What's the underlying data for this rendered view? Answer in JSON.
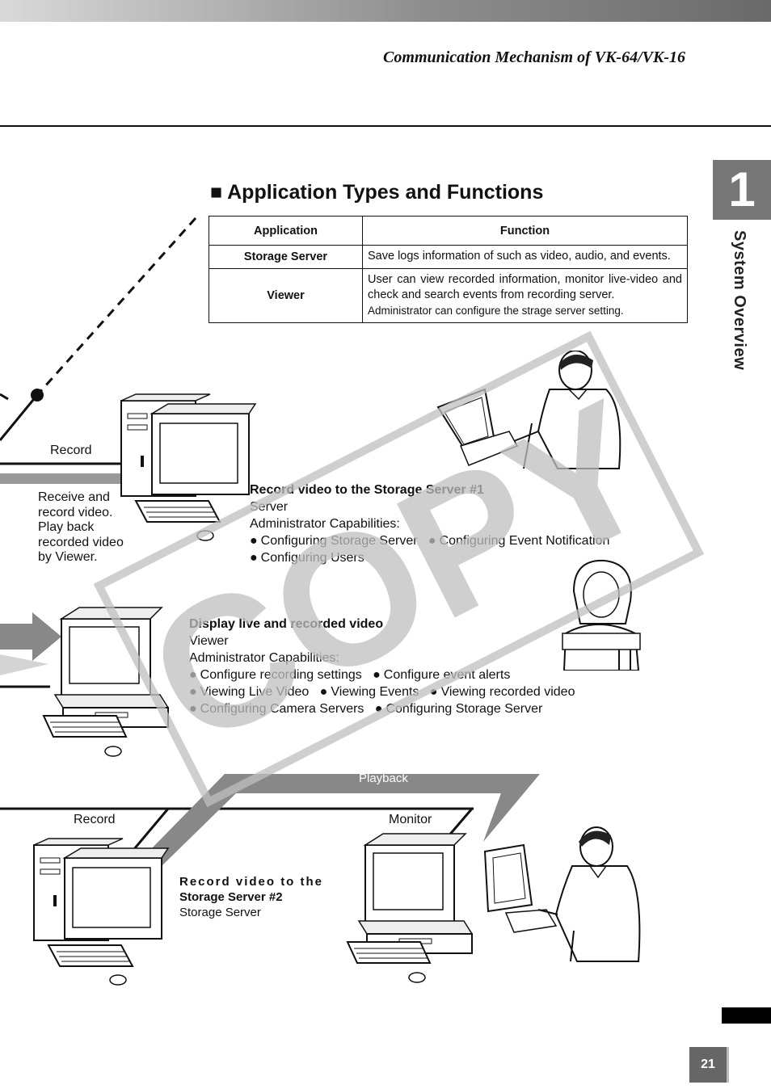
{
  "header": {
    "title": "Communication Mechanism of VK-64/VK-16"
  },
  "chapter": {
    "number": "1",
    "label": "System Overview"
  },
  "section": {
    "title": "■ Application Types and Functions"
  },
  "table": {
    "col_application": "Application",
    "col_function": "Function",
    "rows": [
      {
        "app": "Storage Server",
        "func": "Save logs information of such as video, audio, and events."
      },
      {
        "app": "Viewer",
        "func": "User can view recorded information, monitor live-video and check and search events from recording server.",
        "func_extra": "Administrator can configure the strage server setting."
      }
    ]
  },
  "labels": {
    "record_top": "Record",
    "receive_lines": [
      "Receive and",
      "record video.",
      "Play back",
      "recorded video",
      "by Viewer."
    ],
    "record_bottom": "Record",
    "monitor": "Monitor",
    "playback": "Playback"
  },
  "storage1": {
    "title": "Record video to the Storage Server #1",
    "type": "Server",
    "caps_label": "Administrator Capabilities:",
    "caps": [
      "Configuring Storage Server",
      "Configuring Event Notification",
      "Configuring Users"
    ]
  },
  "viewer": {
    "title": "Display live and recorded video",
    "type": "Viewer",
    "caps_label": "Administrator Capabilities:",
    "caps": [
      "Configure recording settings",
      "Configure event alerts",
      "Viewing Live Video",
      "Viewing Events",
      "Viewing recorded video",
      "Configuring Camera Servers",
      "Configuring Storage Server"
    ]
  },
  "storage2": {
    "title_line1": "Record video to the",
    "title_line2": "Storage Server #2",
    "type": "Storage Server"
  },
  "watermark": {
    "text": "COPY"
  },
  "page": {
    "number": "21"
  }
}
